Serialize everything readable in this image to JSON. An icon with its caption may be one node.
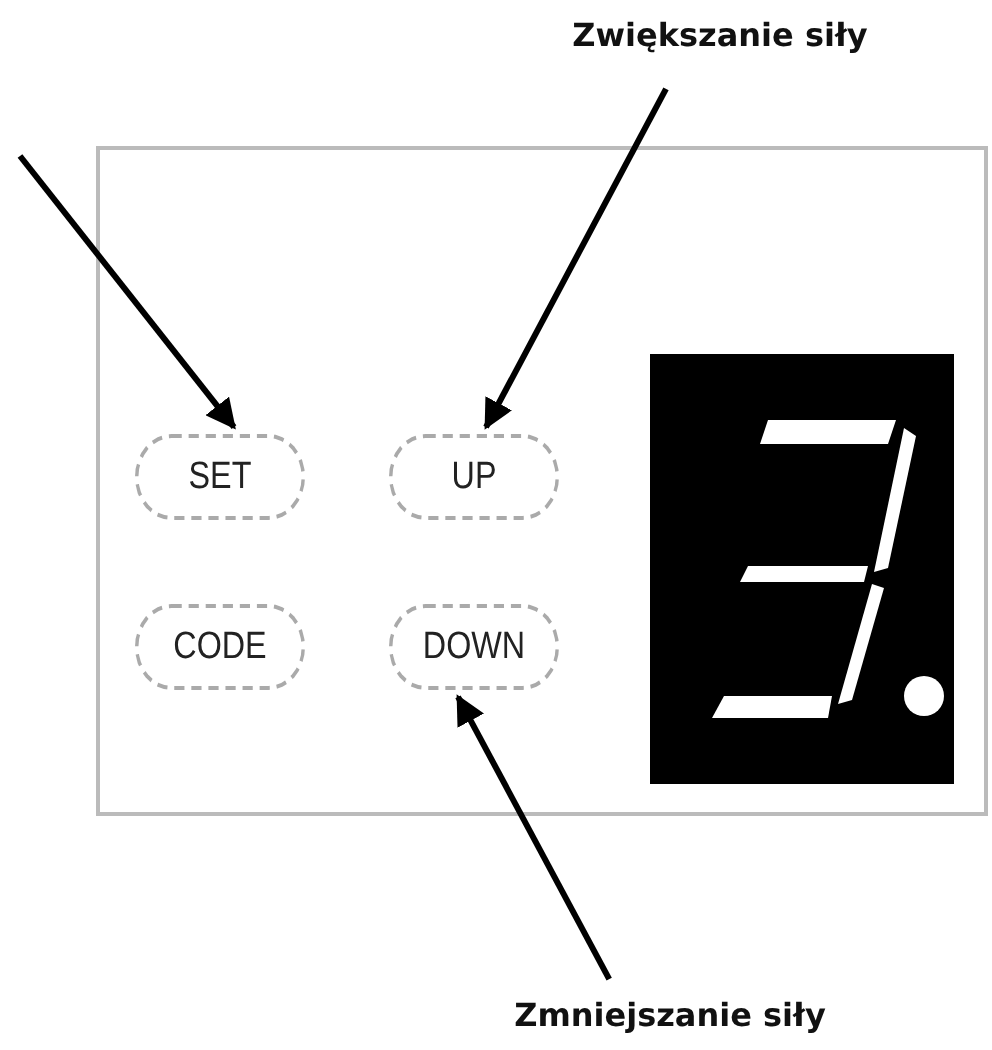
{
  "diagram": {
    "nodes": [
      {
        "text": [],
        "shape": "box"
      },
      {
        "text": [
          "SET"
        ],
        "in": 0
      },
      {
        "text": [
          "UP"
        ],
        "in": 0
      },
      {
        "text": [
          "CODE"
        ],
        "in": 0
      },
      {
        "text": [
          "DOWN"
        ],
        "in": 0
      },
      {
        "text": [
          "Zwiększanie siły"
        ]
      },
      {
        "text": [
          "Zmniejszanie siły"
        ]
      }
    ],
    "edges": [
      {
        "from": null,
        "to": 1,
        "arrow": "to"
      },
      {
        "from": 5,
        "to": 2,
        "arrow": "to"
      },
      {
        "from": 6,
        "to": 4,
        "arrow": "to"
      }
    ]
  }
}
